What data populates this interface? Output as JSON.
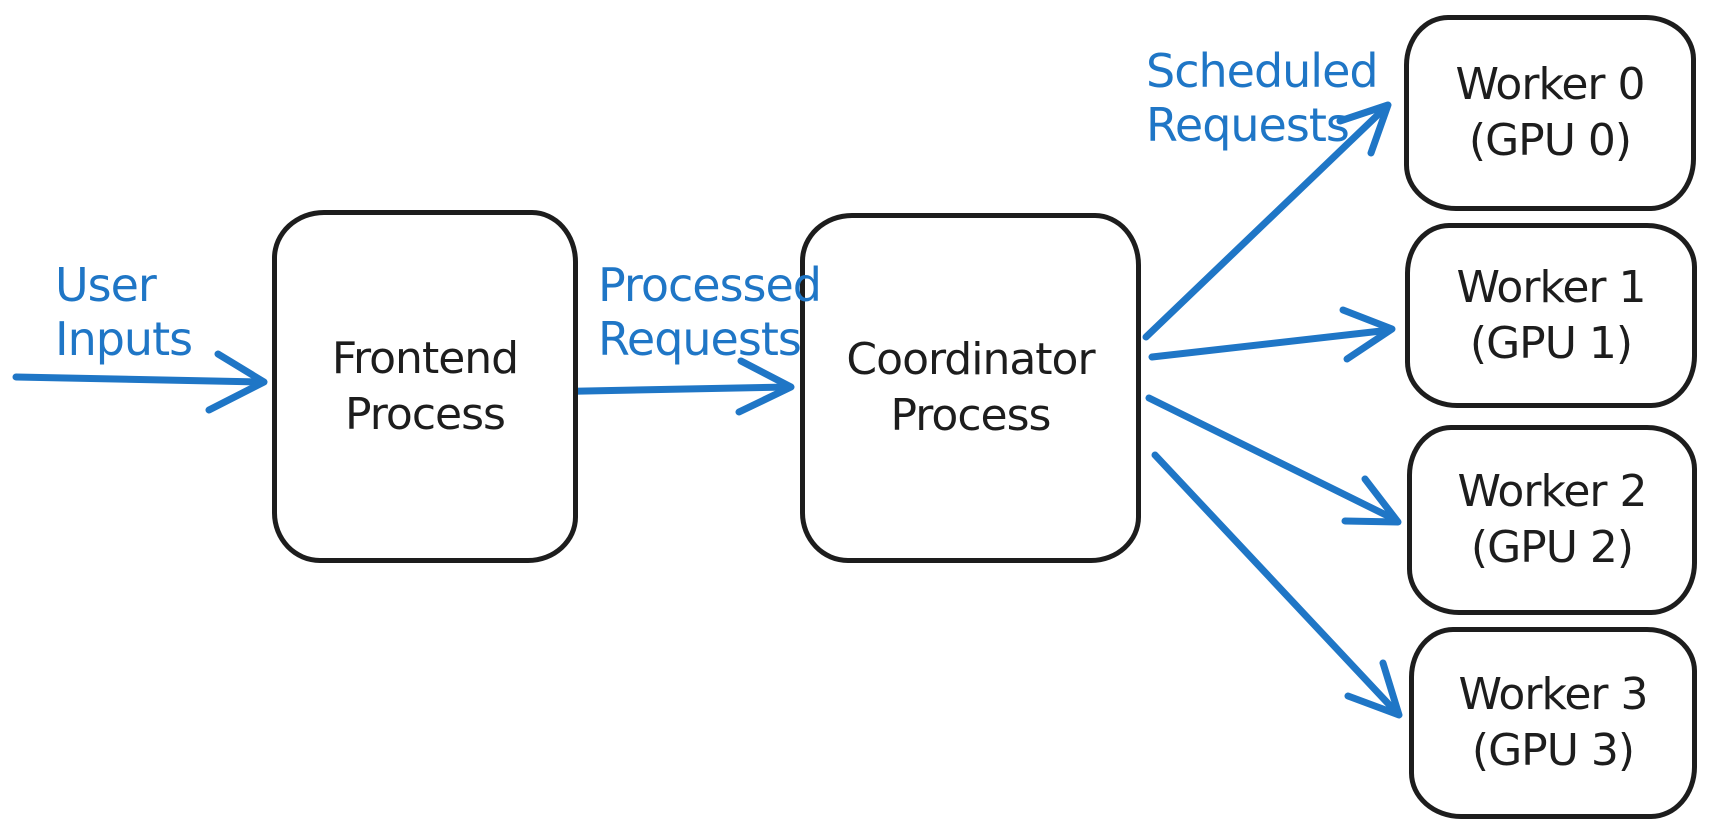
{
  "diagram": {
    "type": "flow-diagram",
    "style": "hand-drawn",
    "colors": {
      "accent_blue": "#1f76c6",
      "stroke_black": "#1d1d1d",
      "background": "#ffffff"
    },
    "nodes": {
      "frontend": {
        "label": "Frontend\nProcess"
      },
      "coordinator": {
        "label": "Coordinator\nProcess"
      },
      "workers": [
        {
          "label": "Worker 0\n(GPU 0)"
        },
        {
          "label": "Worker 1\n(GPU 1)"
        },
        {
          "label": "Worker 2\n(GPU 2)"
        },
        {
          "label": "Worker 3\n(GPU 3)"
        }
      ]
    },
    "edge_labels": {
      "user_inputs": "User\nInputs",
      "processed_requests": "Processed\nRequests",
      "scheduled_requests": "Scheduled\nRequests"
    },
    "edges": [
      {
        "from": "external",
        "to": "frontend",
        "label": "User Inputs"
      },
      {
        "from": "frontend",
        "to": "coordinator",
        "label": "Processed Requests"
      },
      {
        "from": "coordinator",
        "to": "worker-0",
        "label": "Scheduled Requests"
      },
      {
        "from": "coordinator",
        "to": "worker-1",
        "label": "Scheduled Requests"
      },
      {
        "from": "coordinator",
        "to": "worker-2",
        "label": "Scheduled Requests"
      },
      {
        "from": "coordinator",
        "to": "worker-3",
        "label": "Scheduled Requests"
      }
    ]
  }
}
